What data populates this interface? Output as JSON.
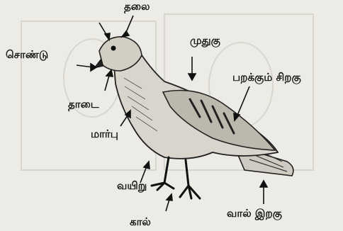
{
  "labels": {
    "head": "தலை",
    "beak": "சொண்டு",
    "chin": "தாடை",
    "breast": "மார்பு",
    "back": "முதுகு",
    "flight_wing": "பறக்கும் சிறகு",
    "belly": "வயிறு",
    "leg": "கால்",
    "tail_feather": "வால் இறகு"
  }
}
